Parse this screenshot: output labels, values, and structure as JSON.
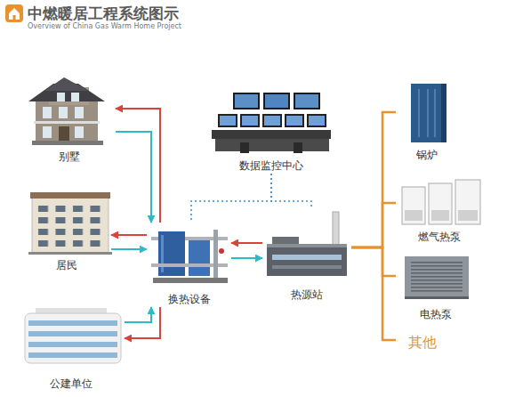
{
  "diagram": {
    "title": "中燃暖居工程系统图示",
    "nodes": [
      {
        "text": [
          "别墅"
        ]
      },
      {
        "text": [
          "居民"
        ]
      },
      {
        "text": [
          "公建单位"
        ]
      },
      {
        "text": [
          "数据监控中心"
        ]
      },
      {
        "text": [
          "换热设备"
        ]
      },
      {
        "text": [
          "热源站"
        ]
      },
      {
        "text": [
          "锅炉"
        ]
      },
      {
        "text": [
          "燃气热泵"
        ]
      },
      {
        "text": [
          "电热泵"
        ]
      },
      {
        "text": [
          "其他"
        ]
      }
    ],
    "edges": [
      {
        "from": 4,
        "to": 0,
        "arrow": "to"
      },
      {
        "from": 0,
        "to": 4,
        "arrow": "to"
      },
      {
        "from": 4,
        "to": 1,
        "arrow": "to"
      },
      {
        "from": 1,
        "to": 4,
        "arrow": "to"
      },
      {
        "from": 4,
        "to": 2,
        "arrow": "to"
      },
      {
        "from": 2,
        "to": 4,
        "arrow": "to"
      },
      {
        "from": 5,
        "to": 4,
        "arrow": "to"
      },
      {
        "from": 4,
        "to": 5,
        "arrow": "to"
      },
      {
        "from": 3,
        "to": 4,
        "arrow": "none"
      },
      {
        "from": 3,
        "to": 5,
        "arrow": "none"
      },
      {
        "from": 5,
        "to": 6,
        "arrow": "none"
      },
      {
        "from": 5,
        "to": 7,
        "arrow": "none"
      },
      {
        "from": 5,
        "to": 8,
        "arrow": "none"
      },
      {
        "from": 5,
        "to": 9,
        "arrow": "none"
      }
    ],
    "labels": [
      "Overview of China Gas Warm Home Project"
    ]
  }
}
